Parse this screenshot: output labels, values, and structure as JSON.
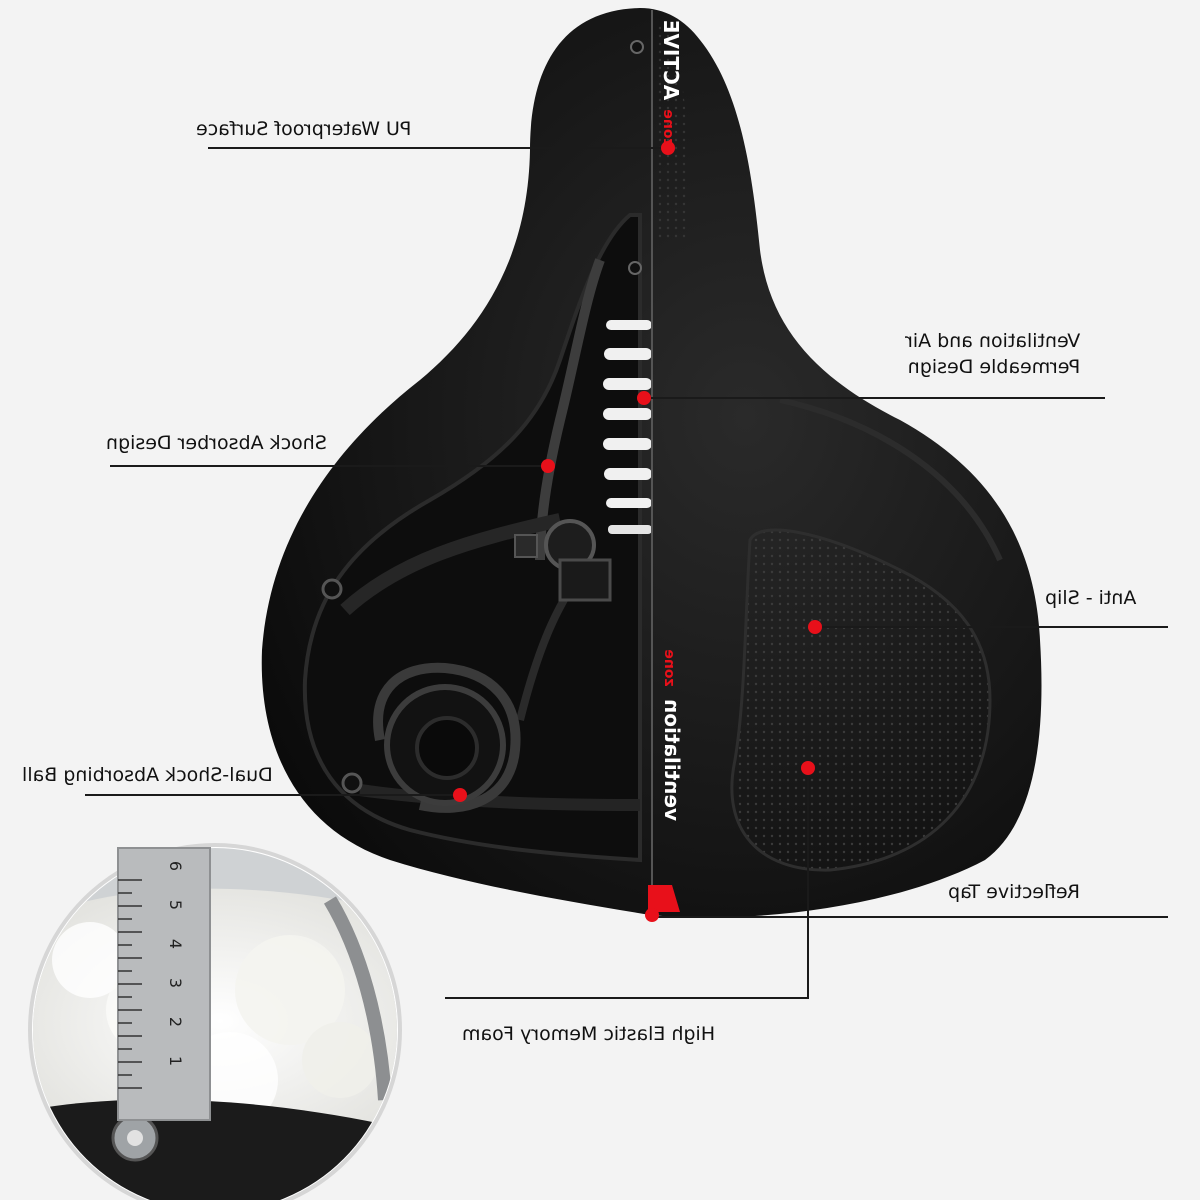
{
  "colors": {
    "background": "#f3f3f3",
    "seat": "#161616",
    "seat_highlight": "#3a3a3a",
    "accent_red": "#e8101a",
    "leader_line": "#1a1a1a",
    "foam": "#f7f7f5",
    "ruler": "#b9bbbd"
  },
  "brand": {
    "nose_text": "ACTIVE",
    "nose_tag": "zone",
    "rear_text": "ventilation",
    "rear_tag": "zone"
  },
  "labels": {
    "pu_surface": "PU Waterproof Surface",
    "ventilation_line1": "Ventilation and Air",
    "ventilation_line2": "Permeable Design",
    "shock_absorber": "Shock Absorber Design",
    "anti_slip": "Anti - Slip",
    "dual_shock": "Dual-Shock Absorbing Ball",
    "reflective": "Reflective Tap",
    "memory_foam": "High Elastic  Memory Foam"
  },
  "ruler": {
    "numbers": [
      "6",
      "5",
      "4",
      "3",
      "2",
      "1"
    ]
  },
  "icons": {
    "callout_dot": "red-dot-icon",
    "screw": "screw-icon",
    "shock_ball": "shock-ball-icon"
  }
}
